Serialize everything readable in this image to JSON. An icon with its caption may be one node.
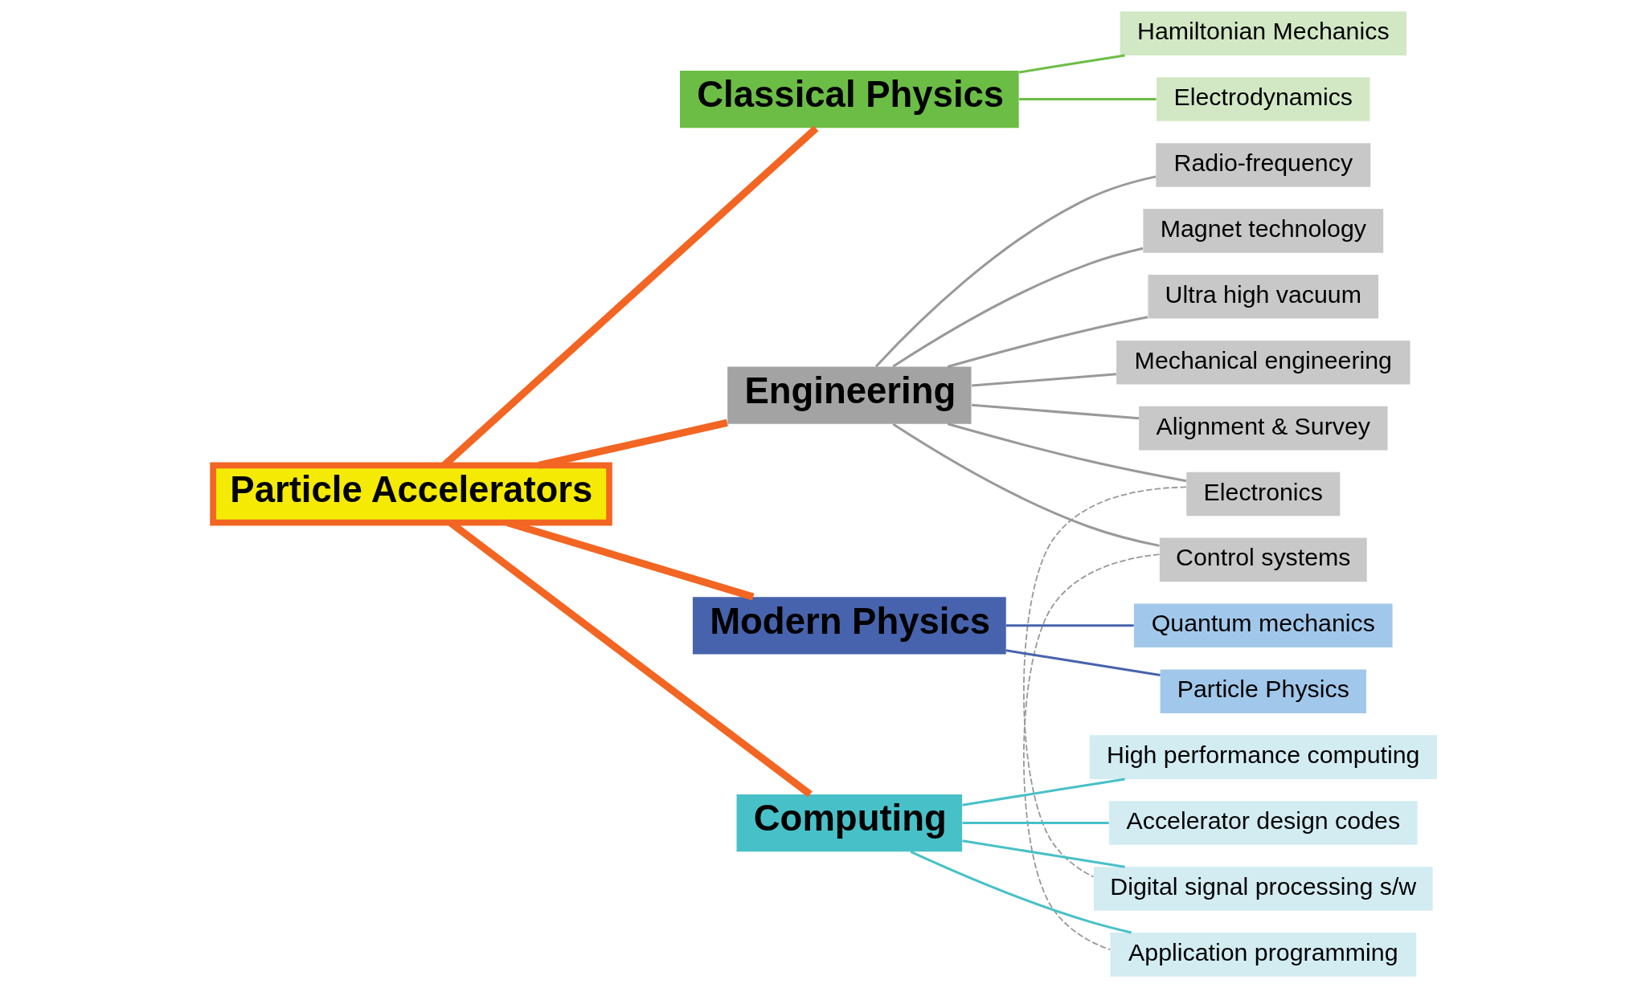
{
  "diagram": {
    "nodes": [
      {
        "text": [
          "Classical Physics"
        ]
      },
      {
        "text": [
          "Hamiltonian Mechanics"
        ]
      },
      {
        "text": [
          "Electrodynamics"
        ]
      },
      {
        "text": [
          "Engineering"
        ]
      },
      {
        "text": [
          "Radio-frequency"
        ]
      },
      {
        "text": [
          "Magnet technology"
        ]
      },
      {
        "text": [
          "Ultra high vacuum"
        ]
      },
      {
        "text": [
          "Mechanical engineering"
        ]
      },
      {
        "text": [
          "Alignment & Survey"
        ]
      },
      {
        "text": [
          "Electronics"
        ]
      },
      {
        "text": [
          "Control systems"
        ]
      },
      {
        "text": [
          "Particle Accelerators"
        ]
      },
      {
        "text": [
          "Modern Physics"
        ]
      },
      {
        "text": [
          "Quantum mechanics"
        ]
      },
      {
        "text": [
          "Particle Physics"
        ]
      },
      {
        "text": [
          "Computing"
        ]
      },
      {
        "text": [
          "High performance computing"
        ]
      },
      {
        "text": [
          "Accelerator design codes"
        ]
      },
      {
        "text": [
          "Digital signal processing s/w"
        ]
      },
      {
        "text": [
          "Application programming"
        ]
      }
    ],
    "edges": [
      {
        "from": 11,
        "to": 0,
        "arrow": "none",
        "style": "thick",
        "color": "#f26522"
      },
      {
        "from": 11,
        "to": 3,
        "arrow": "none",
        "style": "thick",
        "color": "#f26522"
      },
      {
        "from": 11,
        "to": 12,
        "arrow": "none",
        "style": "thick",
        "color": "#f26522"
      },
      {
        "from": 11,
        "to": 15,
        "arrow": "none",
        "style": "thick",
        "color": "#f26522"
      },
      {
        "from": 0,
        "to": 1,
        "arrow": "none",
        "color": "#6cbd45"
      },
      {
        "from": 0,
        "to": 2,
        "arrow": "none",
        "color": "#6cbd45"
      },
      {
        "from": 3,
        "to": 4,
        "arrow": "none"
      },
      {
        "from": 3,
        "to": 5,
        "arrow": "none"
      },
      {
        "from": 3,
        "to": 6,
        "arrow": "none"
      },
      {
        "from": 3,
        "to": 7,
        "arrow": "none"
      },
      {
        "from": 3,
        "to": 8,
        "arrow": "none"
      },
      {
        "from": 3,
        "to": 9,
        "arrow": "none"
      },
      {
        "from": 3,
        "to": 10,
        "arrow": "none"
      },
      {
        "from": 12,
        "to": 13,
        "arrow": "none",
        "color": "#4763ad"
      },
      {
        "from": 12,
        "to": 14,
        "arrow": "none",
        "color": "#4763ad"
      },
      {
        "from": 15,
        "to": 16,
        "arrow": "none",
        "color": "#48c0c8"
      },
      {
        "from": 15,
        "to": 17,
        "arrow": "none",
        "color": "#48c0c8"
      },
      {
        "from": 15,
        "to": 18,
        "arrow": "none",
        "color": "#48c0c8"
      },
      {
        "from": 15,
        "to": 19,
        "arrow": "none",
        "color": "#48c0c8"
      },
      {
        "from": 9,
        "to": 18,
        "arrow": "none",
        "style": "dashed"
      },
      {
        "from": 10,
        "to": 19,
        "arrow": "none",
        "style": "dashed"
      }
    ]
  }
}
